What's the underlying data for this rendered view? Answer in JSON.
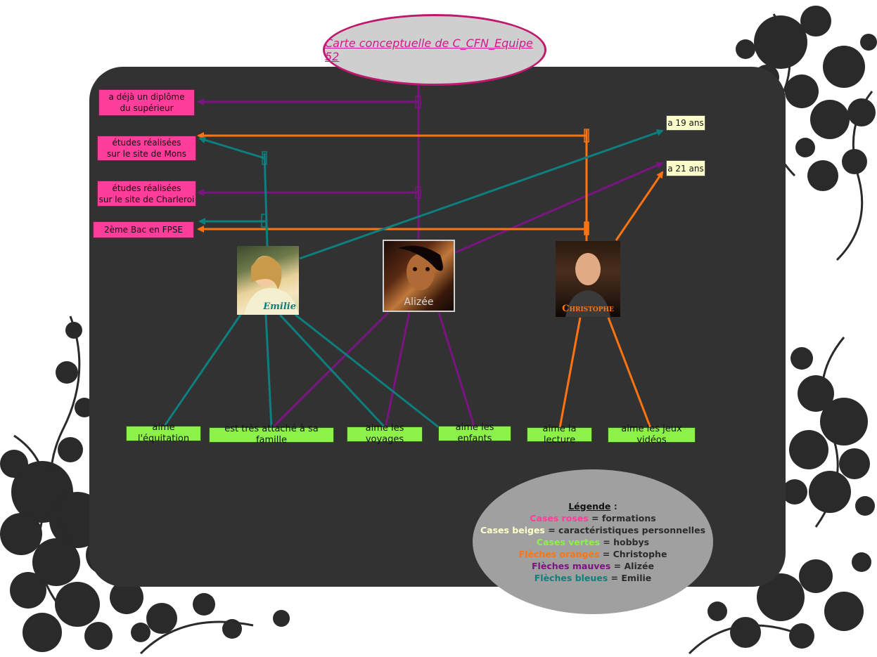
{
  "title": "Carte conceptuelle de  C_CFN_Equipe 52",
  "colors": {
    "board": "#323232",
    "pink": "#ff3d9a",
    "beige": "#ffffcc",
    "green": "#8cf24a",
    "orange": "#ff7410",
    "purple": "#7a1480",
    "teal": "#0e7f7f",
    "title_border": "#c0186e"
  },
  "formations": [
    "a déjà un diplôme\ndu supérieur",
    "études réalisées\nsur le site de Mons",
    "études réalisées\nsur le site de Charleroi",
    "2ème Bac en FPSE"
  ],
  "characteristics": [
    "a 19 ans",
    "a 21 ans"
  ],
  "hobbies": [
    "aime l'équitation",
    "est très attaché à sa famille",
    "aime les voyages",
    "aime les enfants",
    "aime la lecture",
    "aime les jeux vidéos"
  ],
  "people": [
    {
      "name": "Emilie",
      "icon": "emilie-photo",
      "arrow_color": "teal"
    },
    {
      "name": "Alizée",
      "icon": "alizee-photo",
      "arrow_color": "purple"
    },
    {
      "name": "Christophe",
      "icon": "christophe-photo",
      "arrow_color": "orange"
    }
  ],
  "legend": {
    "title": "Légende",
    "title_suffix": " :",
    "entries": [
      {
        "label": "Cases roses",
        "eq": " = formations",
        "color": "#ff3d9a"
      },
      {
        "label": "Cases beiges",
        "eq": " = caractéristiques personnelles",
        "color": "#ffffcc"
      },
      {
        "label": "Cases vertes",
        "eq": " = hobbys",
        "color": "#8cf24a"
      },
      {
        "label": "Flèches oranges",
        "eq": " = Christophe",
        "color": "#ff7410"
      },
      {
        "label": "Flèches mauves",
        "eq": " = Alizée",
        "color": "#7a1480"
      },
      {
        "label": "Flèches bleues",
        "eq": " = Emilie",
        "color": "#0e7f7f"
      }
    ]
  },
  "decoration_icon": "floral-silhouette-icon"
}
